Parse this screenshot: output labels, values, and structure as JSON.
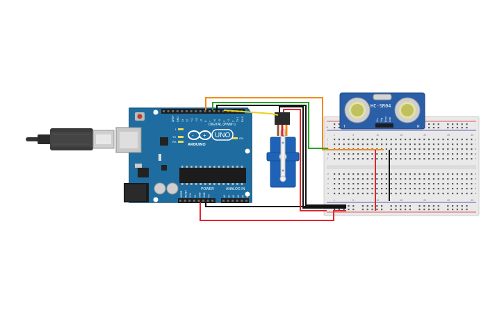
{
  "arduino": {
    "brand": "ARDUINO",
    "model": "UNO",
    "digital_label": "DIGITAL (PWM~)",
    "power_label": "POWER",
    "analog_label": "ANALOG IN",
    "aref_label": "AREF",
    "gnd_label": "GND",
    "tx_label": "TX",
    "rx_label": "RX",
    "l_label": "L",
    "on_label": "ON",
    "power_pins": [
      "IOREF",
      "RESET",
      "3.3V",
      "5V",
      "GND",
      "GND",
      "Vin"
    ],
    "analog_pins": [
      "A0",
      "A1",
      "A2",
      "A3",
      "A4",
      "A5"
    ],
    "digital_pins": [
      "13",
      "12",
      "~11",
      "~10",
      "~9",
      "8",
      "7",
      "~6",
      "~5",
      "4",
      "~3",
      "2",
      "TX 1",
      "RX 0"
    ]
  },
  "sensor": {
    "name": "HC-SR04",
    "pins": [
      "Vcc",
      "Trig",
      "Echo",
      "Gnd"
    ]
  },
  "breadboard": {
    "col_numbers": [
      "1",
      "5",
      "10",
      "15",
      "20",
      "25",
      "30"
    ],
    "row_letters_top": [
      "j",
      "i",
      "h",
      "g",
      "f"
    ],
    "row_letters_bottom": [
      "e",
      "d",
      "c",
      "b",
      "a"
    ],
    "rail_plus": "+",
    "rail_minus": "-"
  },
  "colors": {
    "board": "#1f6da0",
    "board_edge": "#175a86",
    "wire_orange": "#f08c1a",
    "wire_green": "#2aa12a",
    "wire_yellow": "#e8d21a",
    "wire_red": "#e0262d",
    "wire_black": "#111111",
    "servo_blue": "#1f63b8",
    "sensor_blue": "#2a5fa8"
  }
}
